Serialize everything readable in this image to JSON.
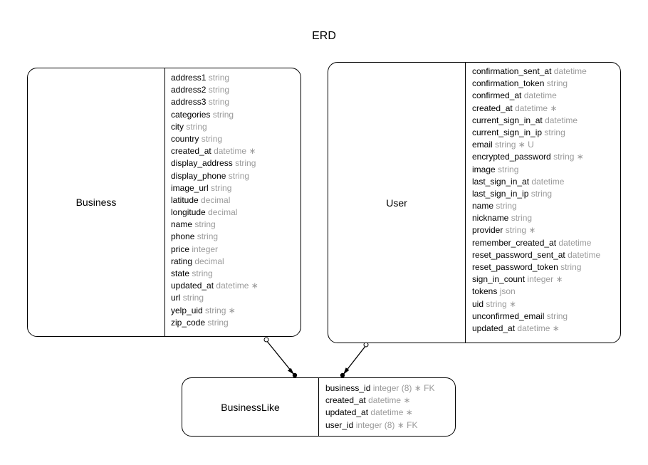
{
  "title": "ERD",
  "entities": {
    "business": {
      "name": "Business",
      "attributes": [
        {
          "name": "address1",
          "type": "string"
        },
        {
          "name": "address2",
          "type": "string"
        },
        {
          "name": "address3",
          "type": "string"
        },
        {
          "name": "categories",
          "type": "string"
        },
        {
          "name": "city",
          "type": "string"
        },
        {
          "name": "country",
          "type": "string"
        },
        {
          "name": "created_at",
          "type": "datetime",
          "marker": "∗"
        },
        {
          "name": "display_address",
          "type": "string"
        },
        {
          "name": "display_phone",
          "type": "string"
        },
        {
          "name": "image_url",
          "type": "string"
        },
        {
          "name": "latitude",
          "type": "decimal"
        },
        {
          "name": "longitude",
          "type": "decimal"
        },
        {
          "name": "name",
          "type": "string"
        },
        {
          "name": "phone",
          "type": "string"
        },
        {
          "name": "price",
          "type": "integer"
        },
        {
          "name": "rating",
          "type": "decimal"
        },
        {
          "name": "state",
          "type": "string"
        },
        {
          "name": "updated_at",
          "type": "datetime",
          "marker": "∗"
        },
        {
          "name": "url",
          "type": "string"
        },
        {
          "name": "yelp_uid",
          "type": "string",
          "marker": "∗"
        },
        {
          "name": "zip_code",
          "type": "string"
        }
      ]
    },
    "user": {
      "name": "User",
      "attributes": [
        {
          "name": "confirmation_sent_at",
          "type": "datetime"
        },
        {
          "name": "confirmation_token",
          "type": "string"
        },
        {
          "name": "confirmed_at",
          "type": "datetime"
        },
        {
          "name": "created_at",
          "type": "datetime",
          "marker": "∗"
        },
        {
          "name": "current_sign_in_at",
          "type": "datetime"
        },
        {
          "name": "current_sign_in_ip",
          "type": "string"
        },
        {
          "name": "email",
          "type": "string",
          "marker": "∗ U"
        },
        {
          "name": "encrypted_password",
          "type": "string",
          "marker": "∗"
        },
        {
          "name": "image",
          "type": "string"
        },
        {
          "name": "last_sign_in_at",
          "type": "datetime"
        },
        {
          "name": "last_sign_in_ip",
          "type": "string"
        },
        {
          "name": "name",
          "type": "string"
        },
        {
          "name": "nickname",
          "type": "string"
        },
        {
          "name": "provider",
          "type": "string",
          "marker": "∗"
        },
        {
          "name": "remember_created_at",
          "type": "datetime"
        },
        {
          "name": "reset_password_sent_at",
          "type": "datetime"
        },
        {
          "name": "reset_password_token",
          "type": "string"
        },
        {
          "name": "sign_in_count",
          "type": "integer",
          "marker": "∗"
        },
        {
          "name": "tokens",
          "type": "json"
        },
        {
          "name": "uid",
          "type": "string",
          "marker": "∗"
        },
        {
          "name": "unconfirmed_email",
          "type": "string"
        },
        {
          "name": "updated_at",
          "type": "datetime",
          "marker": "∗"
        }
      ]
    },
    "businesslike": {
      "name": "BusinessLike",
      "attributes": [
        {
          "name": "business_id",
          "type": "integer (8)",
          "marker": "∗ FK"
        },
        {
          "name": "created_at",
          "type": "datetime",
          "marker": "∗"
        },
        {
          "name": "updated_at",
          "type": "datetime",
          "marker": "∗"
        },
        {
          "name": "user_id",
          "type": "integer (8)",
          "marker": "∗ FK"
        }
      ]
    }
  }
}
